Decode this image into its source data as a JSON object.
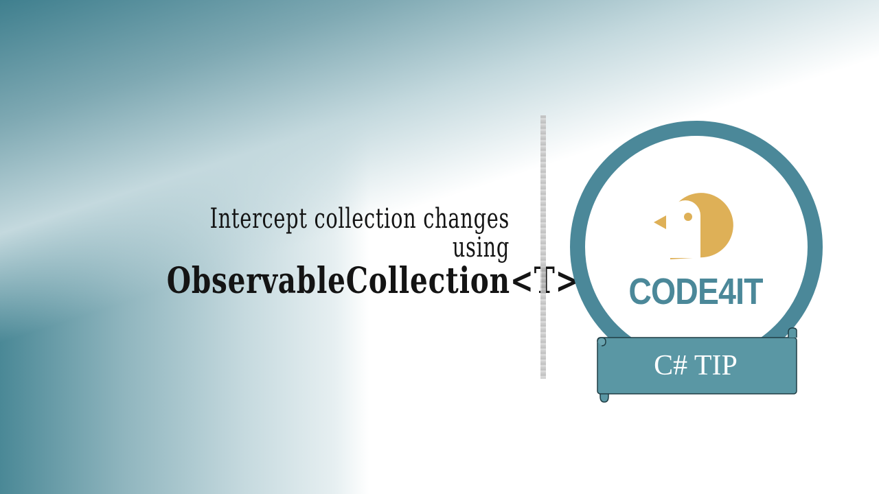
{
  "headline": {
    "line1": "Intercept collection changes",
    "line2": "using",
    "line3": "ObservableCollection<T>"
  },
  "badge": {
    "brand": "CODE4IT",
    "ribbon_label": "C# TIP",
    "ring_color": "#4b8899",
    "bird_color": "#deb057"
  }
}
